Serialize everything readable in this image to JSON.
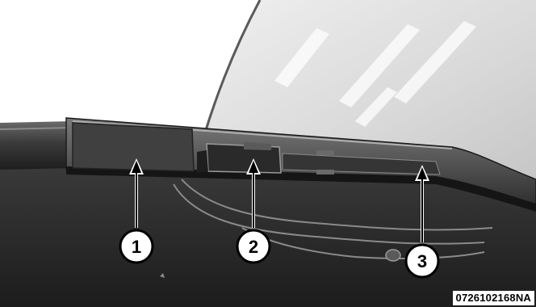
{
  "illustration": {
    "callouts": [
      {
        "number": "1"
      },
      {
        "number": "2"
      },
      {
        "number": "3"
      }
    ],
    "reference_code": "0726102168NA"
  }
}
